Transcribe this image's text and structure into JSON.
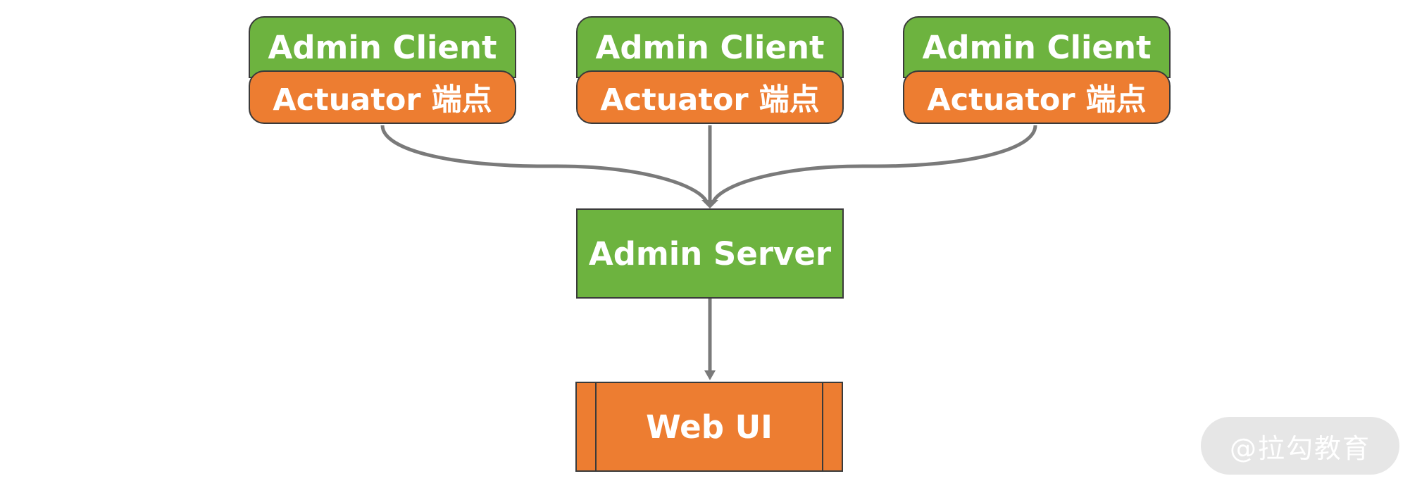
{
  "diagram": {
    "clients": [
      {
        "name": "Admin Client",
        "endpoint": "Actuator 端点"
      },
      {
        "name": "Admin Client",
        "endpoint": "Actuator 端点"
      },
      {
        "name": "Admin Client",
        "endpoint": "Actuator 端点"
      }
    ],
    "server": "Admin Server",
    "ui": "Web UI",
    "colors": {
      "green": "#6db33f",
      "orange": "#ed7d31",
      "border": "#3a3a3a",
      "connector": "#7a7a7a"
    }
  },
  "watermark": "@拉勾教育"
}
